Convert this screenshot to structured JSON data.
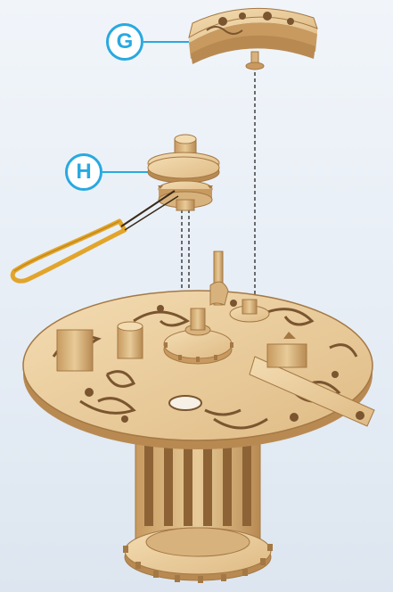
{
  "callouts": [
    {
      "letter": "G",
      "color": "#29a9e0"
    },
    {
      "letter": "H",
      "color": "#29a9e0"
    }
  ],
  "colors": {
    "wood_light": "#edd2a5",
    "wood_mid": "#d8b27c",
    "wood_dark": "#a47844",
    "cutout": "#7a5530",
    "rubber_band": "#e2a52b",
    "guide_line": "#333333",
    "callout_border": "#29a9e0"
  },
  "icons": [
    "part-g-dial",
    "part-h-gear-assembly",
    "rubber-band",
    "base-mechanism",
    "guide-line"
  ]
}
